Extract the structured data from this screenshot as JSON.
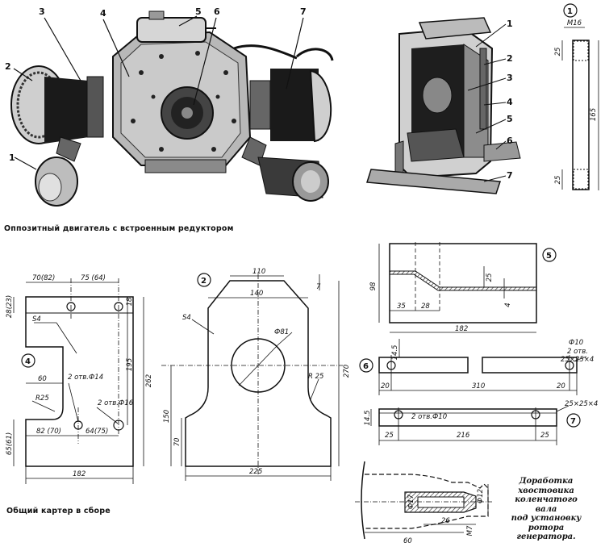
{
  "captions": {
    "engine": "Оппозитный двигатель с встроенным редуктором",
    "assembly": "Общий картер в сборе",
    "crank_note": [
      "Доработка",
      "хвостовика",
      "коленчатого",
      "вала",
      "под установку",
      "ротора",
      "генератора."
    ]
  },
  "engine_callouts": [
    "1",
    "2",
    "3",
    "4",
    "5",
    "6",
    "7"
  ],
  "crankcase_callouts": [
    "1",
    "2",
    "3",
    "4",
    "5",
    "6",
    "7"
  ],
  "part1": {
    "label": "1",
    "thread": "M16",
    "dims": [
      "25",
      "165",
      "25"
    ]
  },
  "part4": {
    "label": "4",
    "thickness": "S4",
    "dims": [
      "70(82)",
      "75 (64)",
      "28(23)",
      "18",
      "195",
      "262",
      "60",
      "R25",
      "82 (70)",
      "64(75)",
      "65(61)",
      "182"
    ],
    "holes": [
      "2 отв.Ф14",
      "2 отв.Ф16"
    ]
  },
  "part2": {
    "label": "2",
    "thickness": "S4",
    "dims": [
      "110",
      "7",
      "140",
      "Ф81",
      "R 25",
      "270",
      "150",
      "70",
      "225"
    ]
  },
  "part5": {
    "label": "5",
    "dims": [
      "98",
      "25",
      "4",
      "35",
      "28",
      "182"
    ]
  },
  "part6": {
    "label": "6",
    "dims": [
      "14.5",
      "Ф10",
      "2 отв.",
      "25×25×4",
      "20",
      "310",
      "20"
    ]
  },
  "part7": {
    "label": "7",
    "dims": [
      "25×25×4",
      "14.5",
      "2 отв.Ф10",
      "25",
      "216",
      "25"
    ]
  },
  "crank": {
    "dims": [
      "Ф17",
      "M7",
      "Ф12",
      "26",
      "60"
    ]
  }
}
